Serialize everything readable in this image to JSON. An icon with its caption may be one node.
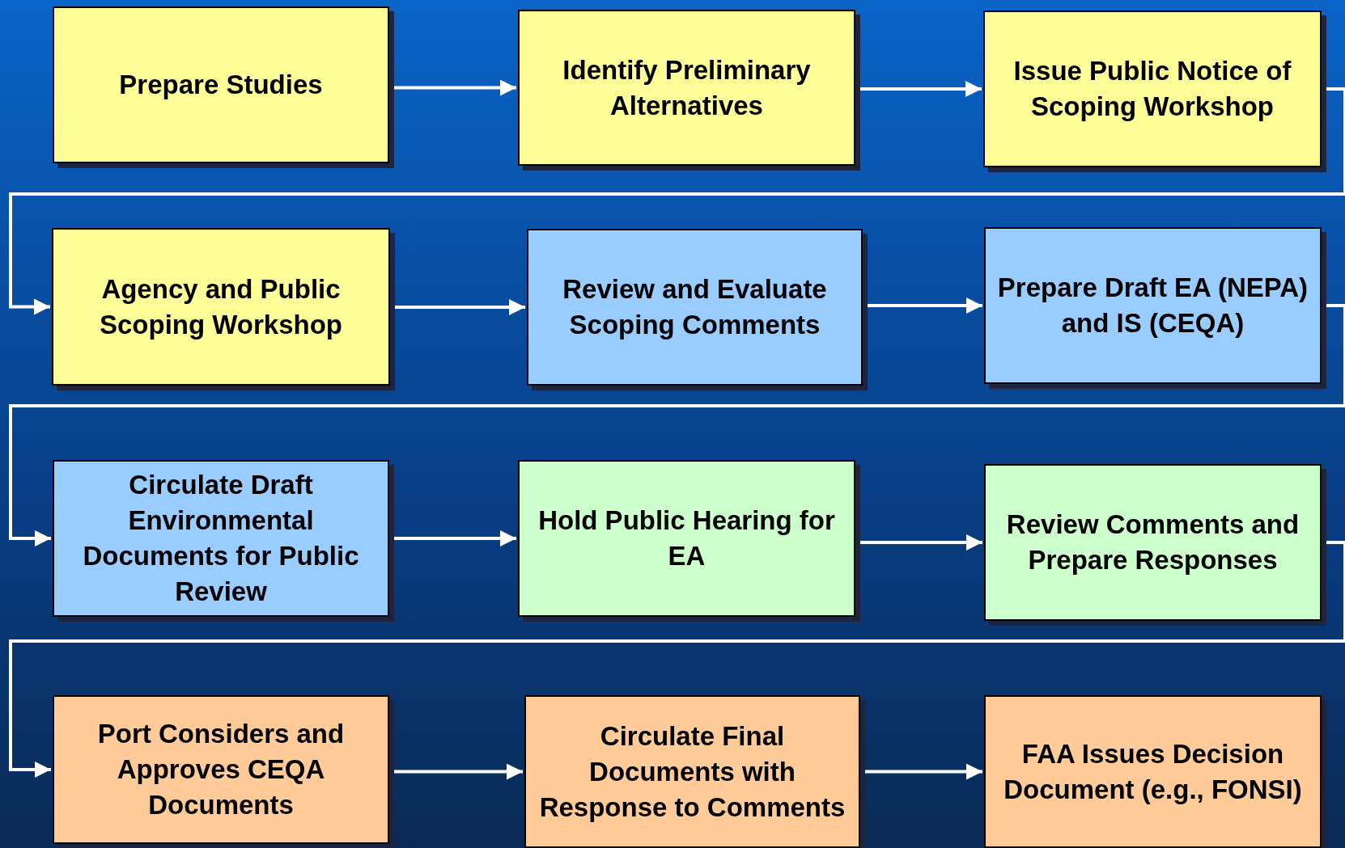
{
  "diagram": {
    "nodes": [
      {
        "text": [
          "Prepare Studies"
        ]
      },
      {
        "text": [
          "Identify Preliminary Alternatives"
        ]
      },
      {
        "text": [
          "Issue Public Notice of Scoping Workshop"
        ]
      },
      {
        "text": [
          "Agency and Public Scoping Workshop"
        ]
      },
      {
        "text": [
          "Review and Evaluate Scoping Comments"
        ]
      },
      {
        "text": [
          "Prepare Draft EA (NEPA) and IS (CEQA)"
        ]
      },
      {
        "text": [
          "Circulate Draft Environmental Documents for Public Review"
        ]
      },
      {
        "text": [
          "Hold Public Hearing for EA"
        ]
      },
      {
        "text": [
          "Review Comments and Prepare Responses"
        ]
      },
      {
        "text": [
          "Port Considers and Approves CEQA Documents"
        ]
      },
      {
        "text": [
          "Circulate Final Documents with Response to Comments"
        ]
      },
      {
        "text": [
          "FAA Issues Decision Document (e.g., FONSI)"
        ]
      }
    ],
    "edges": [
      {
        "from": 0,
        "to": 1,
        "arrow": "to"
      },
      {
        "from": 1,
        "to": 2,
        "arrow": "to"
      },
      {
        "from": 2,
        "to": 3,
        "arrow": "to"
      },
      {
        "from": 3,
        "to": 4,
        "arrow": "to"
      },
      {
        "from": 4,
        "to": 5,
        "arrow": "to"
      },
      {
        "from": 5,
        "to": 6,
        "arrow": "to"
      },
      {
        "from": 6,
        "to": 7,
        "arrow": "to"
      },
      {
        "from": 7,
        "to": 8,
        "arrow": "to"
      },
      {
        "from": 8,
        "to": 9,
        "arrow": "to"
      },
      {
        "from": 9,
        "to": 10,
        "arrow": "to"
      },
      {
        "from": 10,
        "to": 11,
        "arrow": "to"
      }
    ]
  }
}
